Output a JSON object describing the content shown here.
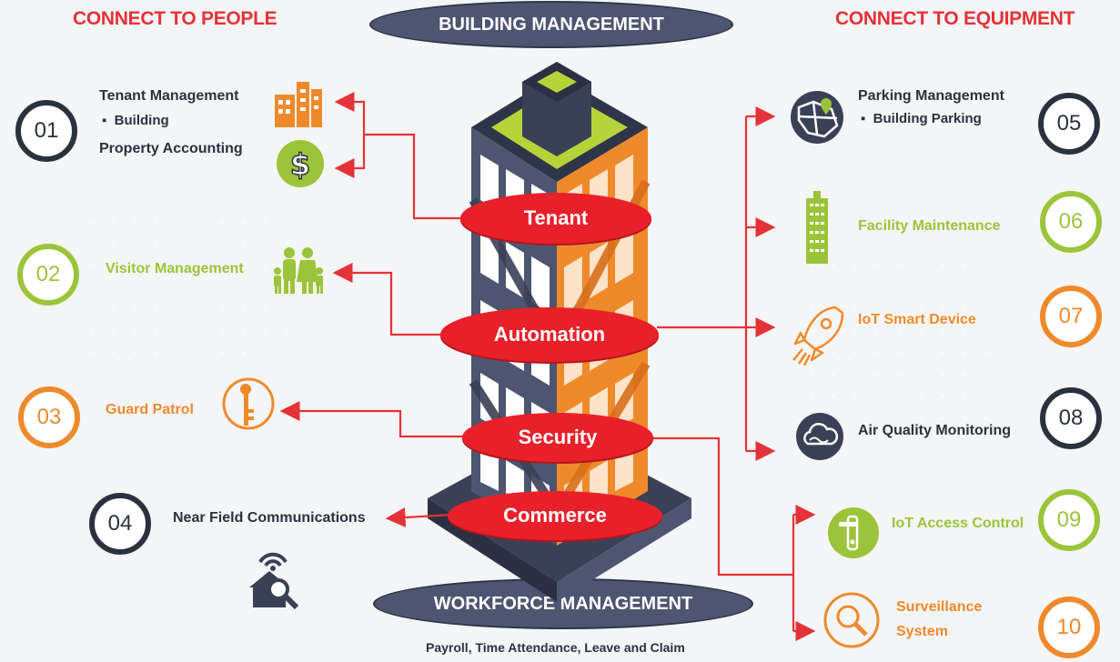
{
  "headers": {
    "left": "CONNECT TO PEOPLE",
    "right": "CONNECT TO EQUIPMENT",
    "top": "BUILDING MANAGEMENT",
    "bottom": "WORKFORCE MANAGEMENT",
    "bottom_caption": "Payroll, Time Attendance, Leave and Claim"
  },
  "tower_labels": [
    "Tenant",
    "Automation",
    "Security",
    "Commerce"
  ],
  "people": [
    {
      "num": "01",
      "title": "Tenant Management",
      "bullet": "Building",
      "sub": "Property Accounting"
    },
    {
      "num": "02",
      "title": "Visitor Management"
    },
    {
      "num": "03",
      "title": "Guard Patrol"
    },
    {
      "num": "04",
      "title": "Near Field Communications"
    }
  ],
  "equipment": [
    {
      "num": "05",
      "title": "Parking Management",
      "bullet": "Building Parking"
    },
    {
      "num": "06",
      "title": "Facility Maintenance"
    },
    {
      "num": "07",
      "title": "IoT Smart Device"
    },
    {
      "num": "08",
      "title": "Air Quality Monitoring"
    },
    {
      "num": "09",
      "title": "IoT Access Control"
    },
    {
      "num": "10",
      "title_line1": "Surveillance",
      "title_line2": "System"
    }
  ],
  "colors": {
    "red": "#e53238",
    "navy": "#2c3140",
    "green": "#9cc43a",
    "orange": "#ef8a2c",
    "pill": "#4d5570"
  }
}
